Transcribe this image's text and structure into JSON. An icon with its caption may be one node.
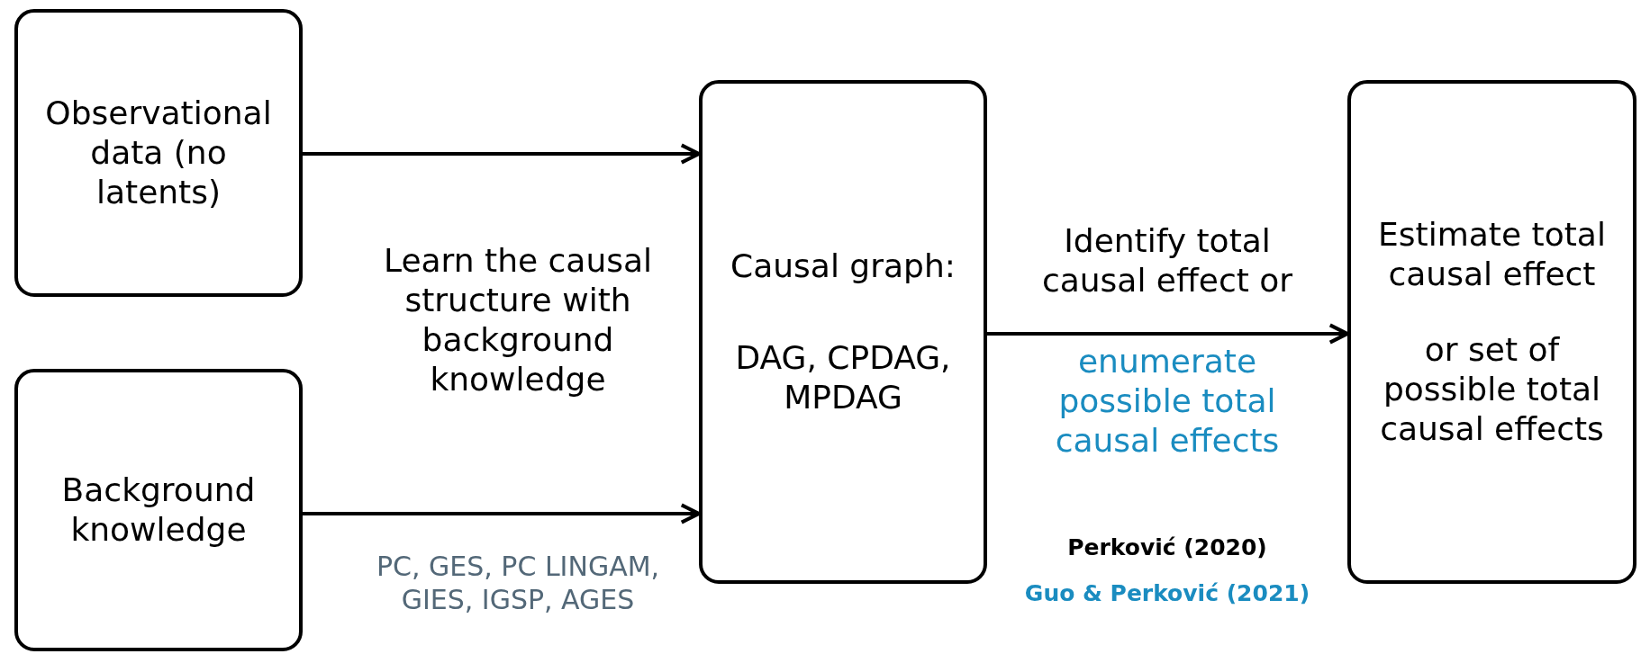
{
  "diagram": {
    "nodes": [
      {
        "text": [
          "Observational data (no latents)"
        ]
      },
      {
        "text": [
          "Background knowledge"
        ]
      },
      {
        "text": [
          "Causal graph:",
          "DAG, CPDAG, MPDAG"
        ]
      },
      {
        "text": [
          "Estimate total causal effect",
          "or set of possible total causal effects"
        ]
      }
    ],
    "edges": [
      {
        "from": 0,
        "to": 2,
        "arrow": "to"
      },
      {
        "from": 1,
        "to": 2,
        "arrow": "to"
      },
      {
        "from": 2,
        "to": 3,
        "arrow": "to",
        "label": "Identify total causal effect or"
      }
    ],
    "labels": [
      "Learn the causal structure with background knowledge",
      "enumerate possible total causal effects",
      "PC, GES, PC LINGAM, GIES, IGSP, AGES",
      "Perković (2020)",
      "Guo & Perković (2021)"
    ]
  }
}
